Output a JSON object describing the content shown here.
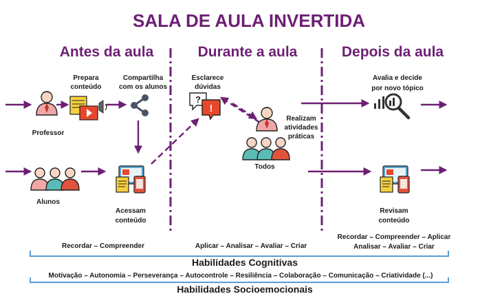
{
  "title": "SALA DE AULA INVERTIDA",
  "sections": {
    "before": "Antes da aula",
    "during": "Durante a aula",
    "after": "Depois da aula"
  },
  "labels": {
    "prepara_1": "Prepara",
    "prepara_2": "conteúdo",
    "compartilha_1": "Compartilha",
    "compartilha_2": "com os alunos",
    "professor": "Professor",
    "alunos": "Alunos",
    "acessam_1": "Acessam",
    "acessam_2": "conteúdo",
    "esclarece_1": "Esclarece",
    "esclarece_2": "dúvidas",
    "realizam_1": "Realizam",
    "realizam_2": "atividades",
    "realizam_3": "práticas",
    "todos": "Todos",
    "avalia_1": "Avalia e decide",
    "avalia_2": "por novo tópico",
    "revisam_1": "Revisam",
    "revisam_2": "conteúdo"
  },
  "skills": {
    "cog_before": "Recordar –  Compreender",
    "cog_during": "Aplicar –  Analisar – Avaliar –  Criar",
    "cog_after_1": "Recordar –  Compreender – Aplicar",
    "cog_after_2": "Analisar – Avaliar – Criar",
    "cognitive_heading": "Habilidades Cognitivas",
    "socio_list": "Motivação – Autonomia – Perseverança –  Autocontrole – Resiliência – Colaboração –  Comunicação – Criatividade  (...)",
    "socio_heading": "Habilidades Socioemocionais"
  },
  "colors": {
    "purple": "#6d1f74",
    "accent_orange": "#e8472b",
    "person_pink": "#f0a7a7",
    "person_teal": "#5bbcb6",
    "person_red": "#e0533d",
    "bracket_blue": "#5b9bd5"
  },
  "icons": {
    "professor": "teacher-icon",
    "prepare": "presentation-icon",
    "share": "share-icon",
    "students": "students-icon",
    "access": "devices-icon",
    "doubts": "speech-bubbles-icon",
    "student": "student-icon",
    "all": "group-icon",
    "evaluate": "analytics-search-icon",
    "review": "devices-icon"
  }
}
